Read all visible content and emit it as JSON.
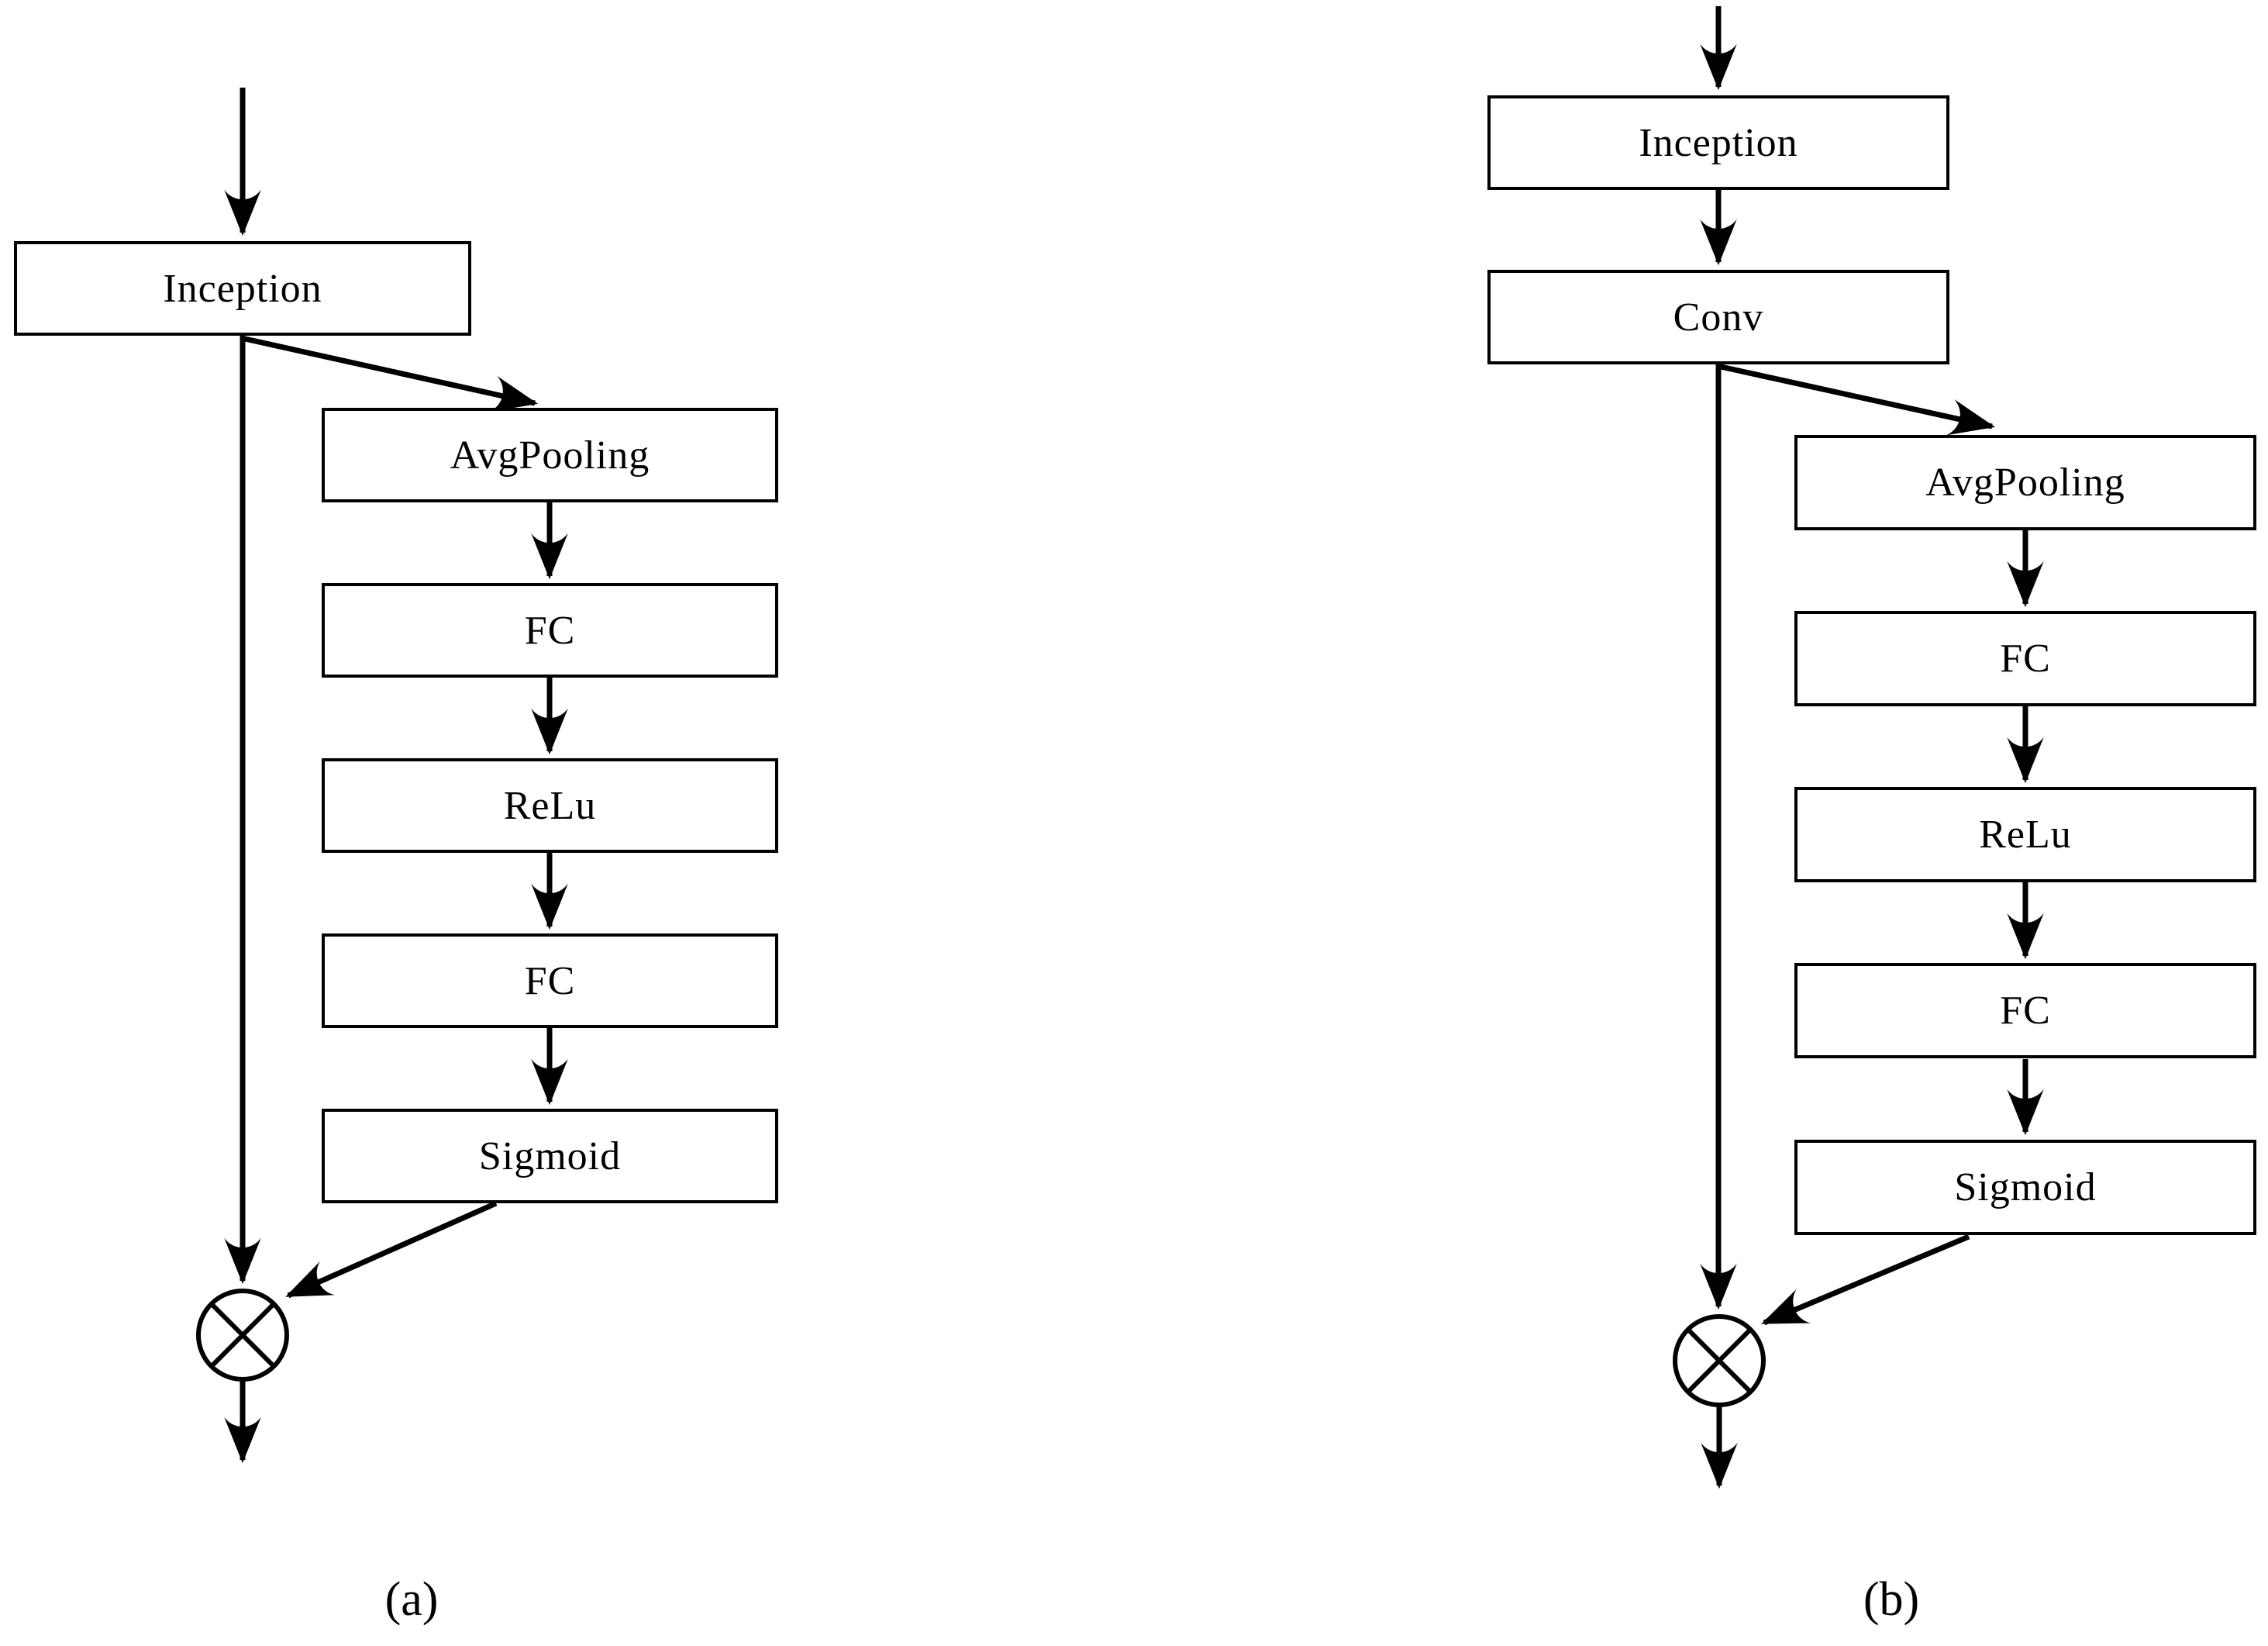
{
  "figure": {
    "panels": [
      {
        "caption": "(a)",
        "nodes": {
          "inception": "Inception",
          "avgpooling": "AvgPooling",
          "fc1": "FC",
          "relu": "ReLu",
          "fc2": "FC",
          "sigmoid": "Sigmoid"
        },
        "operator": "⊗"
      },
      {
        "caption": "(b)",
        "nodes": {
          "inception": "Inception",
          "conv": "Conv",
          "avgpooling": "AvgPooling",
          "fc1": "FC",
          "relu": "ReLu",
          "fc2": "FC",
          "sigmoid": "Sigmoid"
        },
        "operator": "⊗"
      }
    ],
    "colors": {
      "line": "#000000",
      "background": "#ffffff",
      "box_fill": "#ffffff"
    }
  }
}
